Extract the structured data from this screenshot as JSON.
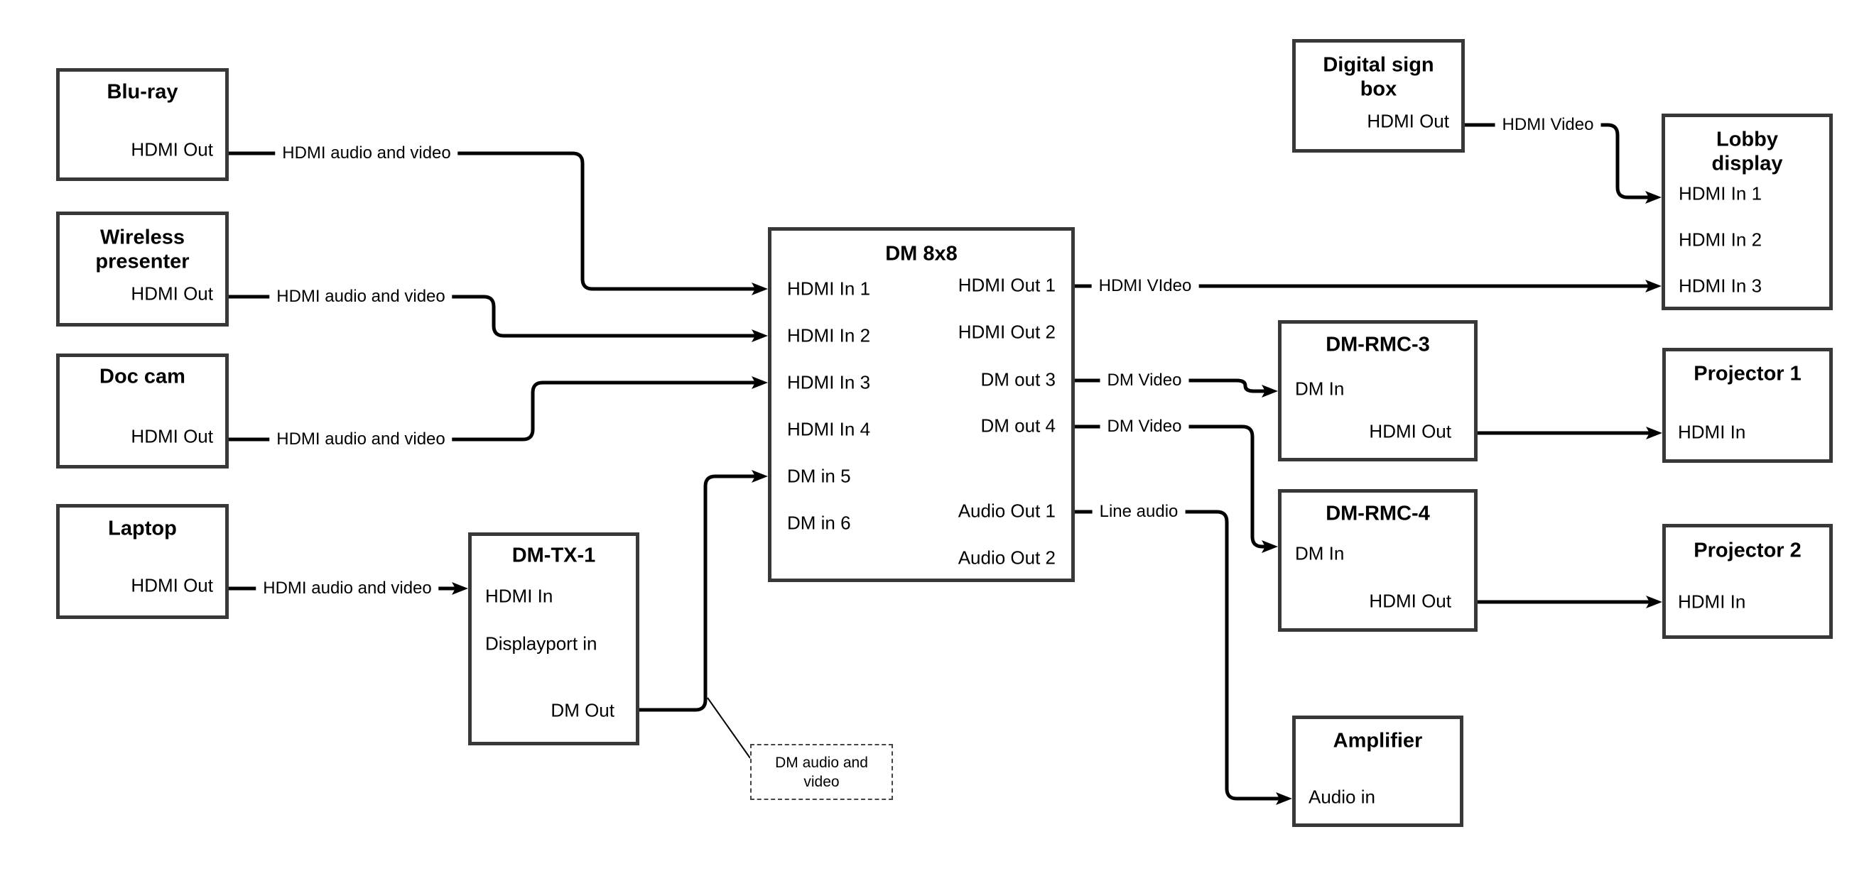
{
  "boxes": {
    "bluray": {
      "title": "Blu-ray",
      "hdmi_out": "HDMI Out"
    },
    "wireless": {
      "title_line1": "Wireless",
      "title_line2": "presenter",
      "hdmi_out": "HDMI Out"
    },
    "doccam": {
      "title": "Doc cam",
      "hdmi_out": "HDMI Out"
    },
    "laptop": {
      "title": "Laptop",
      "hdmi_out": "HDMI Out"
    },
    "dmtx1": {
      "title": "DM-TX-1",
      "hdmi_in": "HDMI In",
      "displayport_in": "Displayport in",
      "dm_out": "DM Out"
    },
    "dm8x8": {
      "title": "DM 8x8",
      "inputs": [
        "HDMI In 1",
        "HDMI In 2",
        "HDMI In 3",
        "HDMI In 4",
        "DM in 5",
        "DM in 6"
      ],
      "outputs": [
        "HDMI Out 1",
        "HDMI Out 2",
        "DM out 3",
        "DM out 4",
        "Audio Out 1",
        "Audio Out 2"
      ]
    },
    "digitalsign": {
      "title_line1": "Digital sign",
      "title_line2": "box",
      "hdmi_out": "HDMI Out"
    },
    "lobby": {
      "title_line1": "Lobby",
      "title_line2": "display",
      "inputs": [
        "HDMI In 1",
        "HDMI In 2",
        "HDMI In 3"
      ]
    },
    "dmrmc3": {
      "title": "DM-RMC-3",
      "dm_in": "DM In",
      "hdmi_out": "HDMI Out"
    },
    "proj1": {
      "title": "Projector 1",
      "hdmi_in": "HDMI In"
    },
    "dmrmc4": {
      "title": "DM-RMC-4",
      "dm_in": "DM In",
      "hdmi_out": "HDMI Out"
    },
    "proj2": {
      "title": "Projector 2",
      "hdmi_in": "HDMI In"
    },
    "amplifier": {
      "title": "Amplifier",
      "audio_in": "Audio in"
    }
  },
  "connections": {
    "bluray_to_dm8x8": {
      "label": "HDMI audio and video"
    },
    "wireless_to_dm8x8": {
      "label": "HDMI audio and video"
    },
    "doccam_to_dm8x8": {
      "label": "HDMI audio and video"
    },
    "laptop_to_dmtx1": {
      "label": "HDMI audio and video"
    },
    "hdmiout1_to_lobby": {
      "label": "HDMI VIdeo"
    },
    "digitalsign_to_lobby": {
      "label": "HDMI Video"
    },
    "dmout3_to_dmrmc3": {
      "label": "DM Video"
    },
    "dmout4_to_dmrmc4": {
      "label": "DM Video"
    },
    "audioout1_to_amplifier": {
      "label": "Line audio"
    }
  },
  "callout": {
    "text_line1": "DM audio and",
    "text_line2": "video"
  },
  "colors": {
    "line": "#000000",
    "box_border": "#383838",
    "background": "#ffffff",
    "text": "#000000"
  }
}
